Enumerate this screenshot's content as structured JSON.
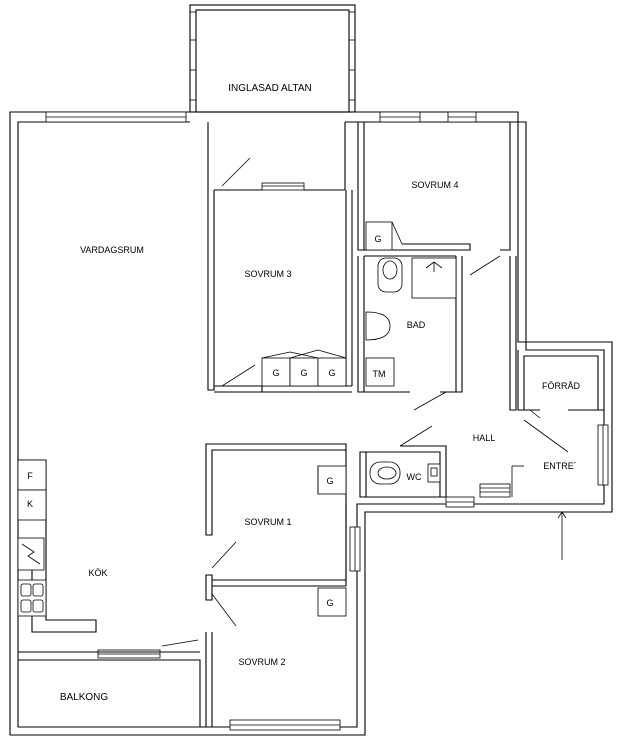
{
  "rooms": {
    "altan": "INGLASAD ALTAN",
    "vardagsrum": "VARDAGSRUM",
    "sovrum3": "SOVRUM 3",
    "sovrum4": "SOVRUM 4",
    "bad": "BAD",
    "forrad": "FÖRRÅD",
    "hall": "HALL",
    "entre": "ENTRE´",
    "wc": "WC",
    "sovrum1": "SOVRUM 1",
    "kok": "KÖK",
    "sovrum2": "SOVRUM 2",
    "balkong": "BALKONG"
  },
  "fixtures": {
    "wardrobe": "G",
    "fridge": "F",
    "freezer": "K",
    "washer": "TM"
  }
}
